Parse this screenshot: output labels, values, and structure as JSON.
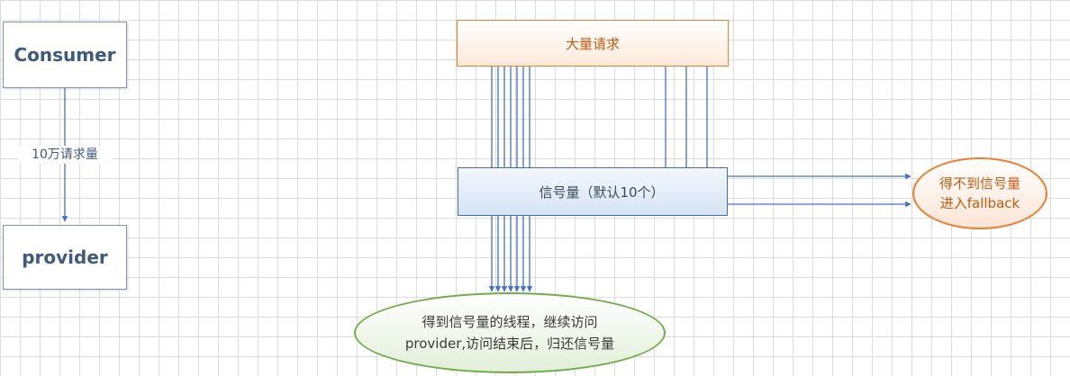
{
  "nodes": {
    "consumer": "Consumer",
    "provider": "provider",
    "requests": "大量请求",
    "semaphore": "信号量（默认10个）",
    "fallback_line1": "得不到信号量",
    "fallback_line2": "进入fallback",
    "success_line1": "得到信号量的线程，继续访问",
    "success_line2": "provider,访问结束后，归还信号量"
  },
  "edges": {
    "consumer_to_provider_label": "10万请求量"
  },
  "colors": {
    "arrow": "#4472c4",
    "orange": "#ed7d31",
    "green": "#70ad47",
    "steel": "#7f93ad"
  }
}
